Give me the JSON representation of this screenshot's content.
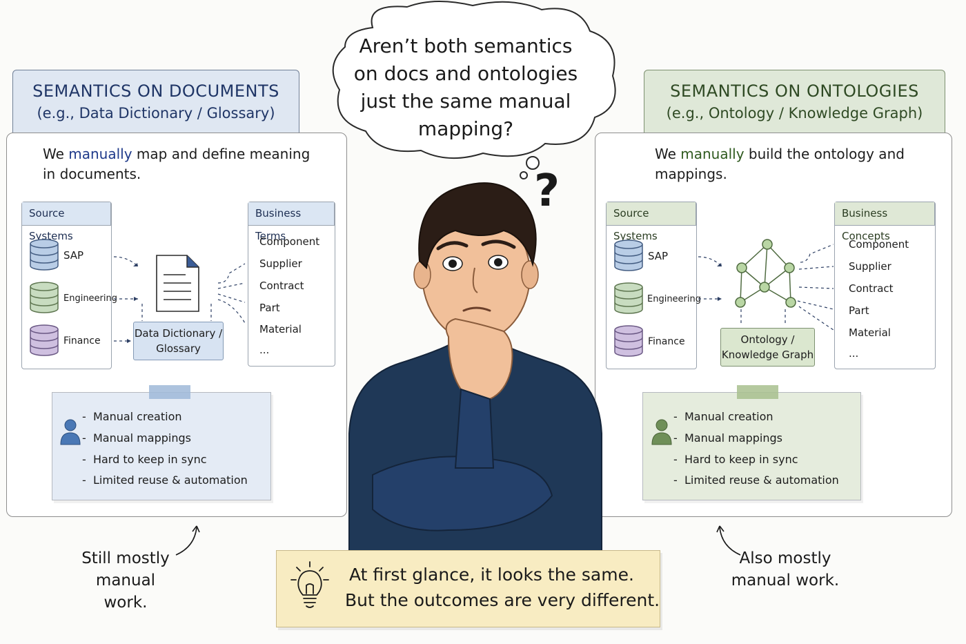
{
  "thought_bubble": {
    "lines": [
      "Aren’t both semantics",
      "on docs and ontologies",
      "just the same manual",
      "mapping?"
    ],
    "question_mark": "?"
  },
  "left": {
    "title": "SEMANTICS ON DOCUMENTS",
    "subtitle": "(e.g., Data Dictionary / Glossary)",
    "intro_pre": "We ",
    "intro_highlight": "manually",
    "intro_post_1": " map and define meaning",
    "intro_post_2": "in documents.",
    "source_header": "Source Systems",
    "sources": [
      "SAP",
      "Engineering",
      "Finance"
    ],
    "center_label_1": "Data Dictionary /",
    "center_label_2": "Glossary",
    "terms_header": "Business Terms",
    "terms": [
      "Component",
      "Supplier",
      "Contract",
      "Part",
      "Material",
      "..."
    ],
    "notes": [
      "Manual creation",
      "Manual mappings",
      "Hard to keep in sync",
      "Limited reuse & automation"
    ],
    "side_note_1": "Still mostly",
    "side_note_2": "manual work.",
    "accent": "#1f3a8a"
  },
  "right": {
    "title": "SEMANTICS ON ONTOLOGIES",
    "subtitle": "(e.g., Ontology / Knowledge Graph)",
    "intro_pre": "We ",
    "intro_highlight": "manually",
    "intro_post_1": " build the ontology and",
    "intro_post_2": "mappings.",
    "source_header": "Source Systems",
    "sources": [
      "SAP",
      "Engineering",
      "Finance"
    ],
    "center_label_1": "Ontology /",
    "center_label_2": "Knowledge Graph",
    "terms_header": "Business Concepts",
    "terms": [
      "Component",
      "Supplier",
      "Contract",
      "Part",
      "Material",
      "..."
    ],
    "notes": [
      "Manual creation",
      "Manual mappings",
      "Hard to keep in sync",
      "Limited reuse & automation"
    ],
    "side_note_1": "Also mostly",
    "side_note_2": "manual work.",
    "accent": "#2f5a1f"
  },
  "footer": {
    "line1": "At first glance, it looks the same.",
    "line2": "But the outcomes are very different."
  }
}
